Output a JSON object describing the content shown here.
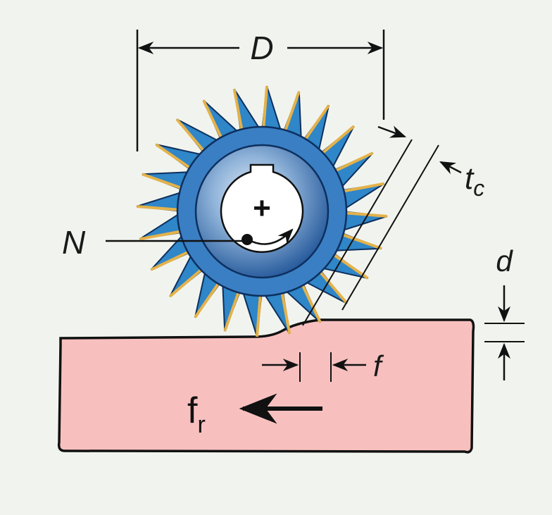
{
  "labels": {
    "diameter": "D",
    "chip_thickness": "t",
    "chip_thickness_sub": "c",
    "rotation": "N",
    "depth_of_cut": "d",
    "feed": "f",
    "feed_rate": "f",
    "feed_rate_sub": "r"
  },
  "cutter": {
    "teeth": 24,
    "tooth_color": "#2f86c8",
    "tooth_edge_color": "#e4b24a",
    "body_color": "#3a7fc3",
    "hub_color": "#2f6fb3"
  },
  "colors": {
    "workpiece": "#f7c0bf",
    "outline": "#111111",
    "background": "#f1f4ee"
  },
  "icons": {
    "center_mark": "plus-icon",
    "rotation": "curved-arrow-icon"
  }
}
